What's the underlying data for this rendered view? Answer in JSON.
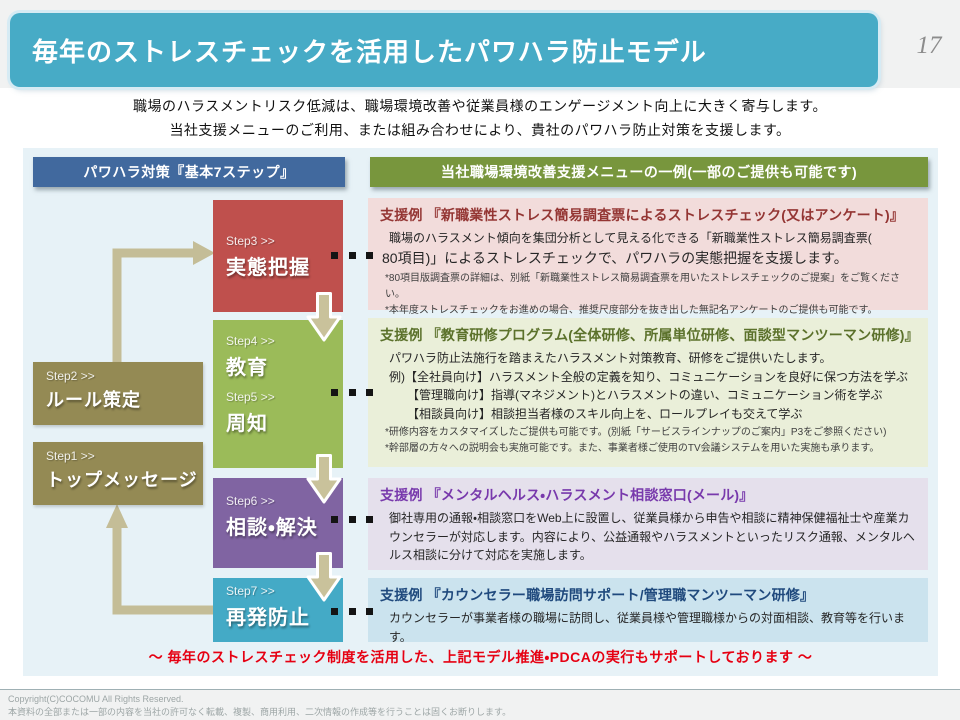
{
  "header": {
    "title": "毎年のストレスチェックを活用したパワハラ防止モデル",
    "page_number": "17"
  },
  "intro": {
    "line1": "職場のハラスメントリスク低減は、職場環境改善や従業員様のエンゲージメント向上に大きく寄与します。",
    "line2": "当社支援メニューのご利用、または組み合わせにより、貴社のパワハラ防止対策を支援します。"
  },
  "columns": {
    "left_header": "パワハラ対策『基本7ステップ』",
    "right_header": "当社職場環境改善支援メニューの一例(一部のご提供も可能です)"
  },
  "steps": [
    {
      "label": "Step1 >>",
      "name": "トップメッセージ"
    },
    {
      "label": "Step2 >>",
      "name": "ルール策定"
    },
    {
      "label": "Step3 >>",
      "name": "実態把握"
    },
    {
      "label": "Step4 >>",
      "name": "教育"
    },
    {
      "label": "Step5 >>",
      "name": "周知"
    },
    {
      "label": "Step6 >>",
      "name": "相談・解決"
    },
    {
      "label": "Step7 >>",
      "name": "再発防止"
    }
  ],
  "support_boxes": [
    {
      "title": "支援例 『新職業性ストレス簡易調査票によるストレスチェック(又はアンケート)』",
      "body": [
        "職場のハラスメント傾向を集団分析として見える化できる「新職業性ストレス簡易調査票(",
        "80項目)」によるストレスチェックで、パワハラの実態把握を支援します。"
      ],
      "notes": [
        "*80項目版調査票の詳細は、別紙「新職業性ストレス簡易調査票を用いたストレスチェックのご提案」をご覧ください。",
        "*本年度ストレスチェックをお進めの場合、推奨尺度部分を抜き出した無記名アンケートのご提供も可能です。"
      ]
    },
    {
      "title": "支援例 『教育研修プログラム(全体研修、所属単位研修、面談型マンツーマン研修)』",
      "body": [
        "パワハラ防止法施行を踏まえたハラスメント対策教育、研修をご提供いたします。",
        "例)【全社員向け】ハラスメント全般の定義を知り、コミュニケーションを良好に保つ方法を学ぶ",
        "　　【管理職向け】指導(マネジメント)とハラスメントの違い、コミュニケーション術を学ぶ",
        "　　【相談員向け】相談担当者様のスキル向上を、ロールプレイも交えて学ぶ"
      ],
      "notes": [
        "*研修内容をカスタマイズしたご提供も可能です。(別紙「サービスラインナップのご案内」P3をご参照ください)",
        "*幹部層の方々への説明会も実施可能です。また、事業者様ご使用のTV会議システムを用いた実施も承ります。"
      ]
    },
    {
      "title": "支援例 『メンタルヘルス・ハラスメント相談窓口(メール)』",
      "body": [
        "御社専用の通報・相談窓口をWeb上に設置し、従業員様から申告や相談に精神保健福祉士や産業カウンセラーが対応します。内容により、公益通報やハラスメントといったリスク通報、メンタルヘルス相談に分けて対応を実施します。"
      ],
      "notes": []
    },
    {
      "title": "支援例 『カウンセラー職場訪問サポート/管理職マンツーマン研修』",
      "body": [
        "カウンセラーが事業者様の職場に訪問し、従業員様や管理職様からの対面相談、教育等を行います。"
      ],
      "notes": []
    }
  ],
  "bottom_note": "～ 毎年のストレスチェック制度を活用した、上記モデル推進・PDCAの実行もサポートしております ～",
  "footer": {
    "copyright": "Copyright(C)COCOMU All Rights Reserved.",
    "notice": "本資料の全部または一部の内容を当社の許可なく転載、複製、商用利用、二次情報の作成等を行うことは固くお断りします。"
  },
  "colors": {
    "header_teal": "#47abc6",
    "left_header_blue": "#41699e",
    "right_header_olive": "#78963d",
    "step_red": "#bf504d",
    "step_green": "#9bbb59",
    "step_purple": "#8064a2",
    "step_teal": "#44aac6",
    "step_tan": "#948a54",
    "arrow_tan": "#c4bd97",
    "panel_bg": "#e7f2f7",
    "support_pink_bg": "#f2dcdb",
    "support_olive_bg": "#eaefd9",
    "support_purple_bg": "#e5e0ec",
    "support_blue_bg": "#cbe3ee",
    "bottom_note_red": "#e60012"
  }
}
